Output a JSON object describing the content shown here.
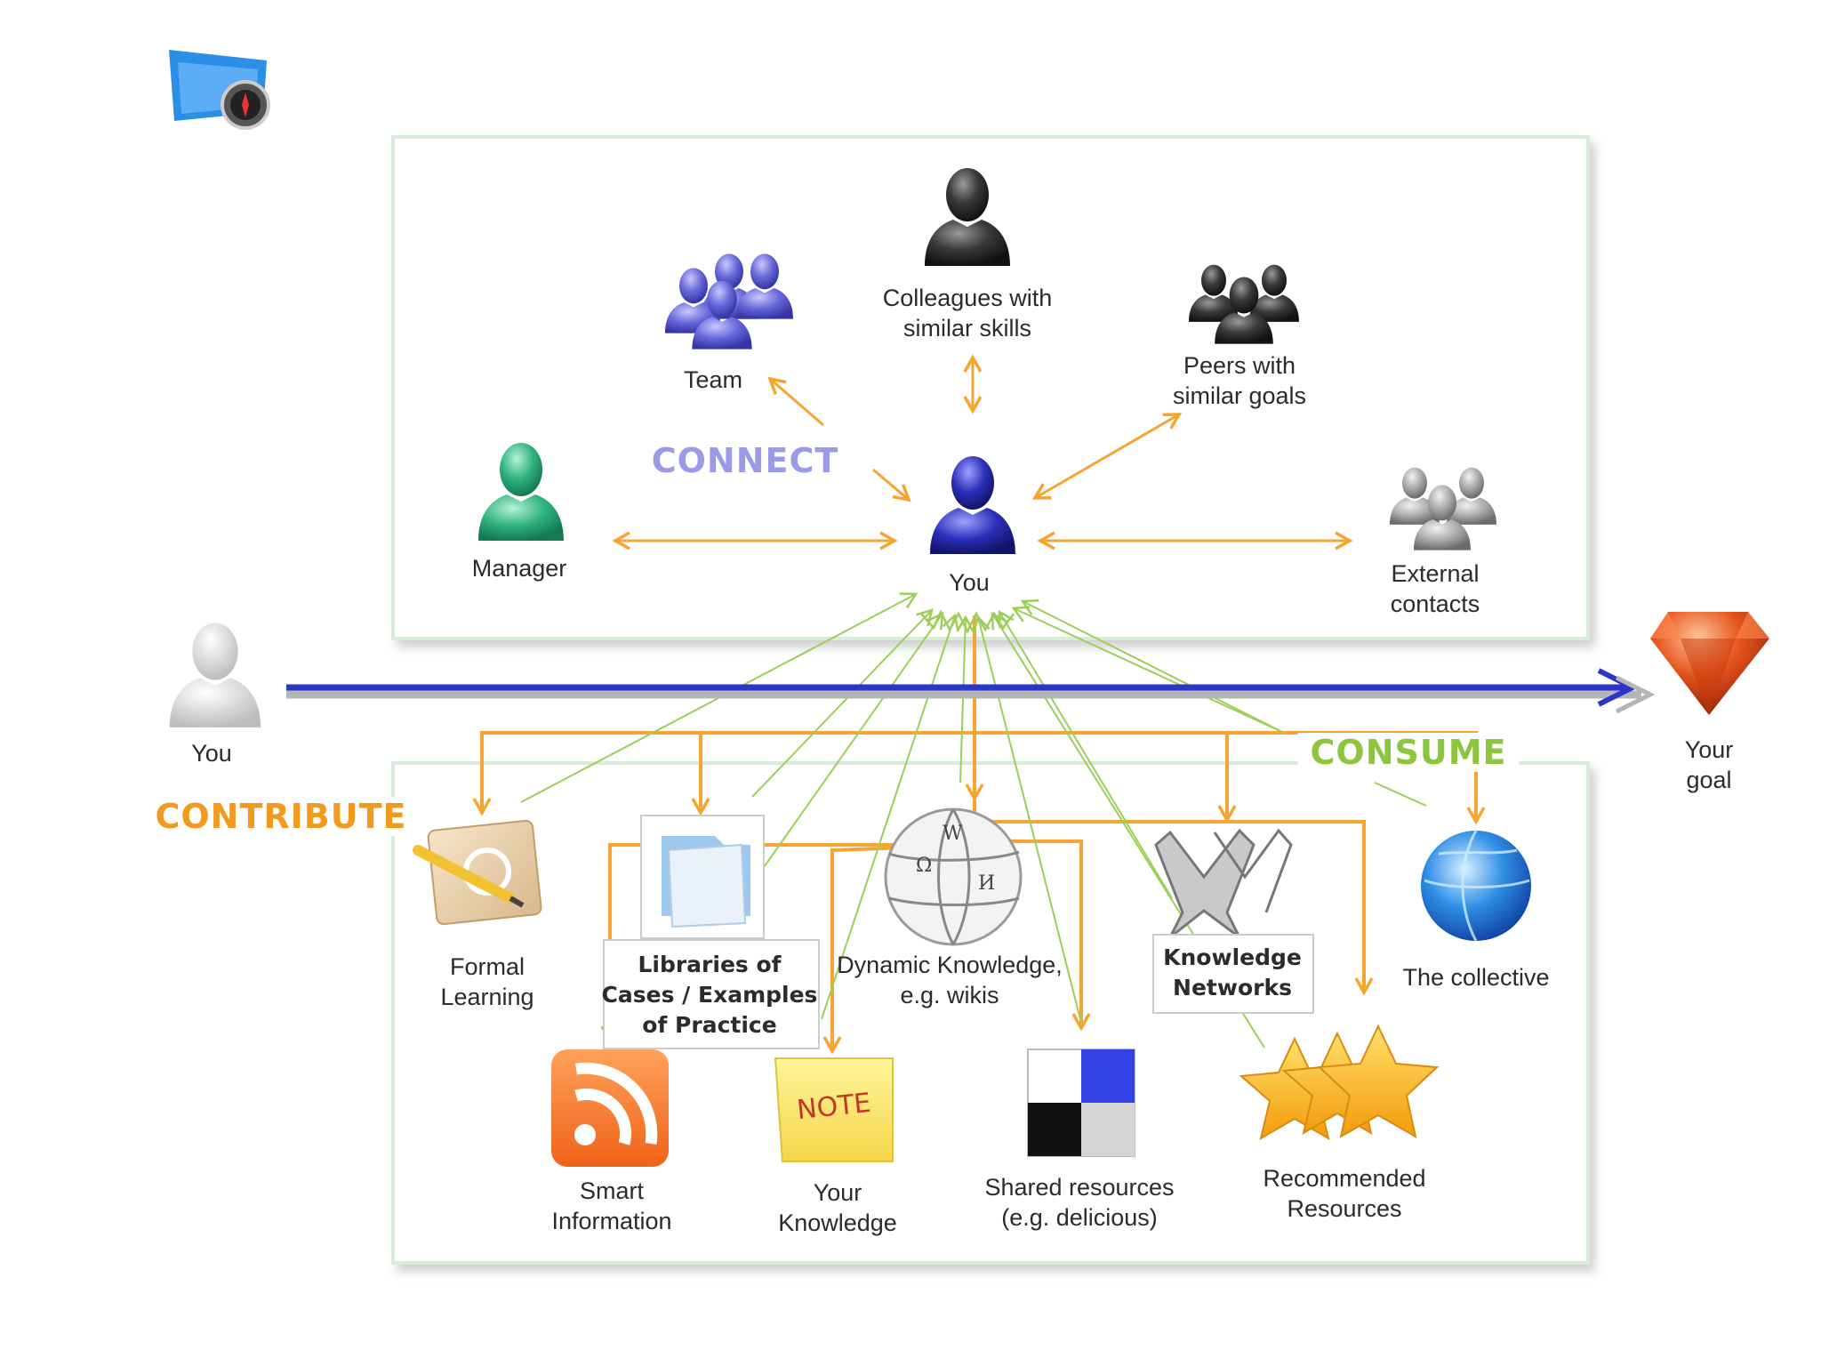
{
  "diagram": {
    "verbs": {
      "connect": "CONNECT",
      "contribute": "CONTRIBUTE",
      "consume": "CONSUME"
    },
    "people": {
      "team": "Team",
      "colleagues": "Colleagues with\nsimilar skills",
      "peers": "Peers with\nsimilar goals",
      "manager": "Manager",
      "you_center": "You",
      "external": "External\ncontacts",
      "you_left": "You"
    },
    "goal": "Your\ngoal",
    "resources": {
      "formal_learning": "Formal\nLearning",
      "libraries": "Libraries of\nCases / Examples\nof Practice",
      "dynamic_knowledge": "Dynamic Knowledge,\ne.g. wikis",
      "knowledge_networks": "Knowledge\nNetworks",
      "collective": "The collective",
      "smart_information": "Smart\nInformation",
      "your_knowledge": "Your\nKnowledge",
      "shared_resources": "Shared resources\n(e.g. delicious)",
      "recommended": "Recommended\nResources"
    },
    "note_text": "NOTE",
    "colors": {
      "connect": "#9b9ae6",
      "contribute": "#f39a1e",
      "consume": "#8cc63f",
      "arrow_orange": "#f7a531",
      "arrow_green": "#9ccf5a",
      "timeline": "#2b35c9",
      "panel_border": "#d7ecd9"
    },
    "icons": {
      "map": "map-compass-icon",
      "team": "team-group-icon",
      "colleagues": "colleague-person-icon",
      "peers": "peers-group-icon",
      "manager": "manager-person-icon",
      "you": "you-person-icon",
      "external": "external-group-icon",
      "goal": "gem-icon",
      "formal_learning": "notebook-pencil-icon",
      "libraries": "folder-icon",
      "wiki": "wikipedia-globe-icon",
      "networks": "network-figures-icon",
      "collective": "globe-icon",
      "rss": "rss-icon",
      "note": "sticky-note-icon",
      "shared": "delicious-icon",
      "stars": "stars-icon"
    }
  }
}
